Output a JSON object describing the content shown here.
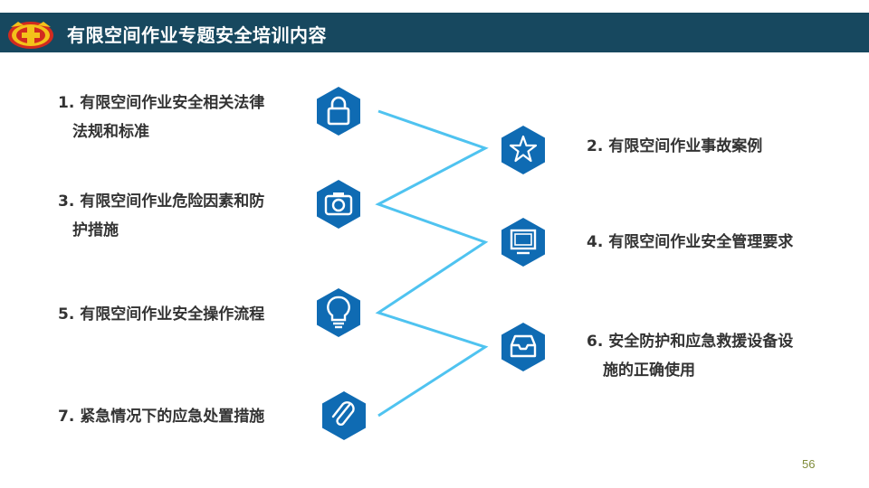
{
  "header": {
    "title": "有限空间作业专题安全培训内容",
    "logo_icon": "emblem-icon",
    "background": "#17485f"
  },
  "colors": {
    "hex_fill": "#0f6bb3",
    "connector": "#4fc3f0",
    "text": "#333333",
    "page_number": "#7f8c3a"
  },
  "items": [
    {
      "line1": "1. 有限空间作业安全相关法律",
      "line2": "法规和标准",
      "icon": "lock-icon"
    },
    {
      "line1": "2. 有限空间作业事故案例",
      "line2": "",
      "icon": "star-icon"
    },
    {
      "line1": "3. 有限空间作业危险因素和防",
      "line2": "护措施",
      "icon": "camera-icon"
    },
    {
      "line1": "4. 有限空间作业安全管理要求",
      "line2": "",
      "icon": "monitor-icon"
    },
    {
      "line1": "5. 有限空间作业安全操作流程",
      "line2": "",
      "icon": "lightbulb-icon"
    },
    {
      "line1": "6. 安全防护和应急救援设备设",
      "line2": "施的正确使用",
      "icon": "inbox-tray-icon"
    },
    {
      "line1": "7. 紧急情况下的应急处置措施",
      "line2": "",
      "icon": "paperclip-icon"
    }
  ],
  "page_number": "56"
}
